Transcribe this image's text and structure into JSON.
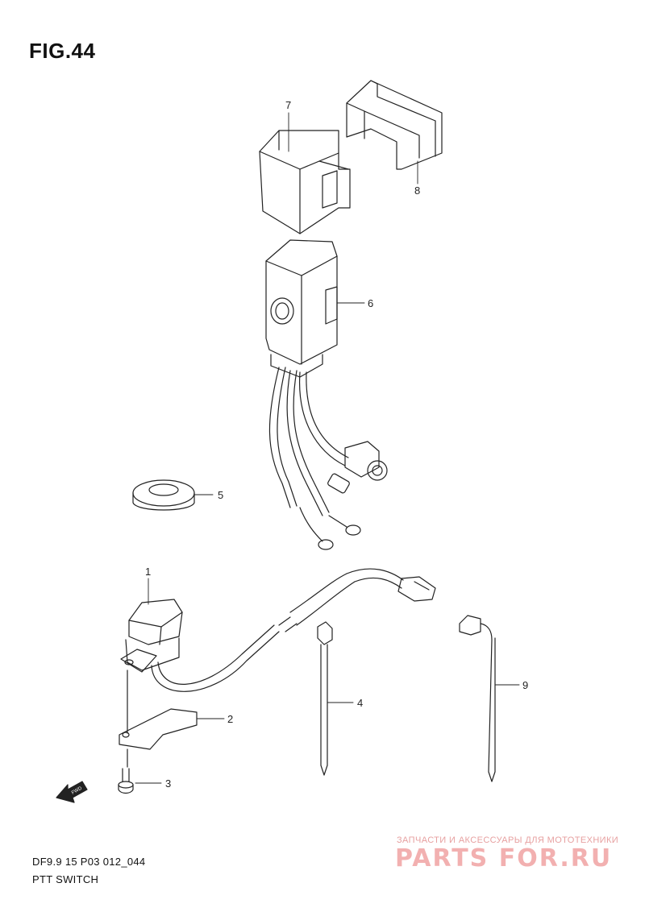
{
  "figure": {
    "title": "FIG.44"
  },
  "callouts": [
    {
      "id": "1",
      "label": "1"
    },
    {
      "id": "2",
      "label": "2"
    },
    {
      "id": "3",
      "label": "3"
    },
    {
      "id": "4",
      "label": "4"
    },
    {
      "id": "5",
      "label": "5"
    },
    {
      "id": "6",
      "label": "6"
    },
    {
      "id": "7",
      "label": "7"
    },
    {
      "id": "8",
      "label": "8"
    },
    {
      "id": "9",
      "label": "9"
    }
  ],
  "fwd_label": "FWD",
  "footer": {
    "code": "DF9.9 15 P03 012_044",
    "name": "PTT SWITCH"
  },
  "watermark": {
    "tagline": "ЗАПЧАСТИ И АКСЕССУАРЫ ДЛЯ МОТОТЕХНИКИ",
    "brand": "PARTS FOR.RU",
    "color": "#f2b0b0"
  }
}
